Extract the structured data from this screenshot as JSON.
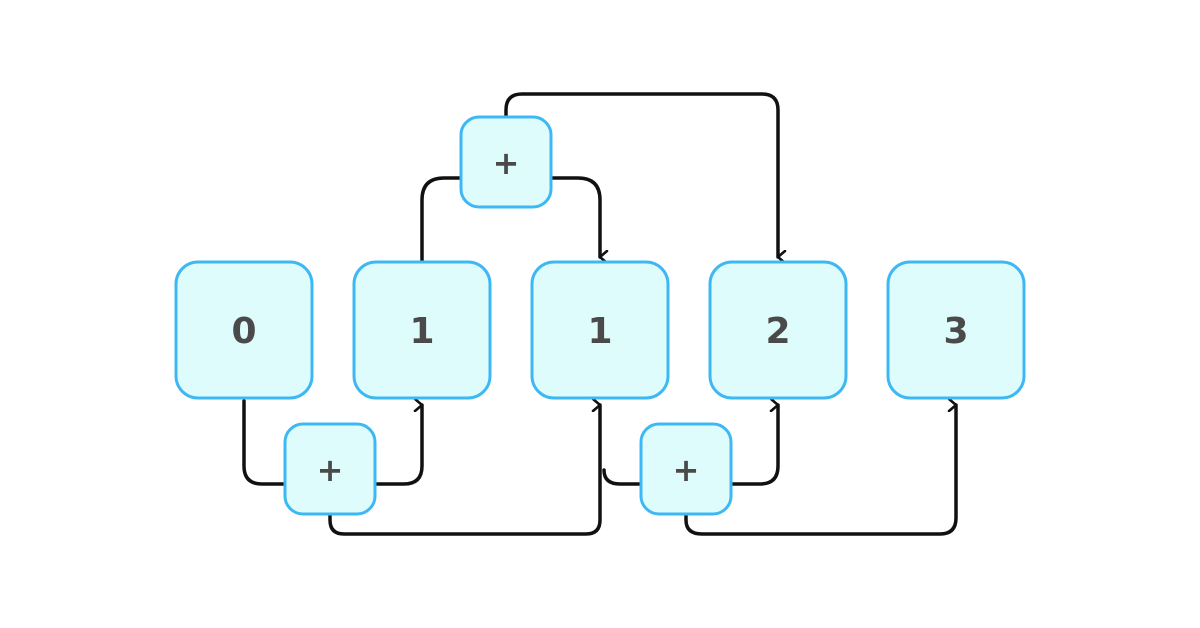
{
  "nodes": [
    {
      "id": "n0",
      "label": "0"
    },
    {
      "id": "n1",
      "label": "1"
    },
    {
      "id": "n2",
      "label": "1"
    },
    {
      "id": "n3",
      "label": "2"
    },
    {
      "id": "n4",
      "label": "3"
    }
  ],
  "operations": [
    {
      "id": "op-top",
      "label": "+"
    },
    {
      "id": "op-bottom-left",
      "label": "+"
    },
    {
      "id": "op-bottom-right",
      "label": "+"
    }
  ],
  "colors": {
    "box_fill": "#dffcfc",
    "box_stroke": "#3db8f5",
    "text": "#4a4a4a",
    "connector": "#111111"
  }
}
